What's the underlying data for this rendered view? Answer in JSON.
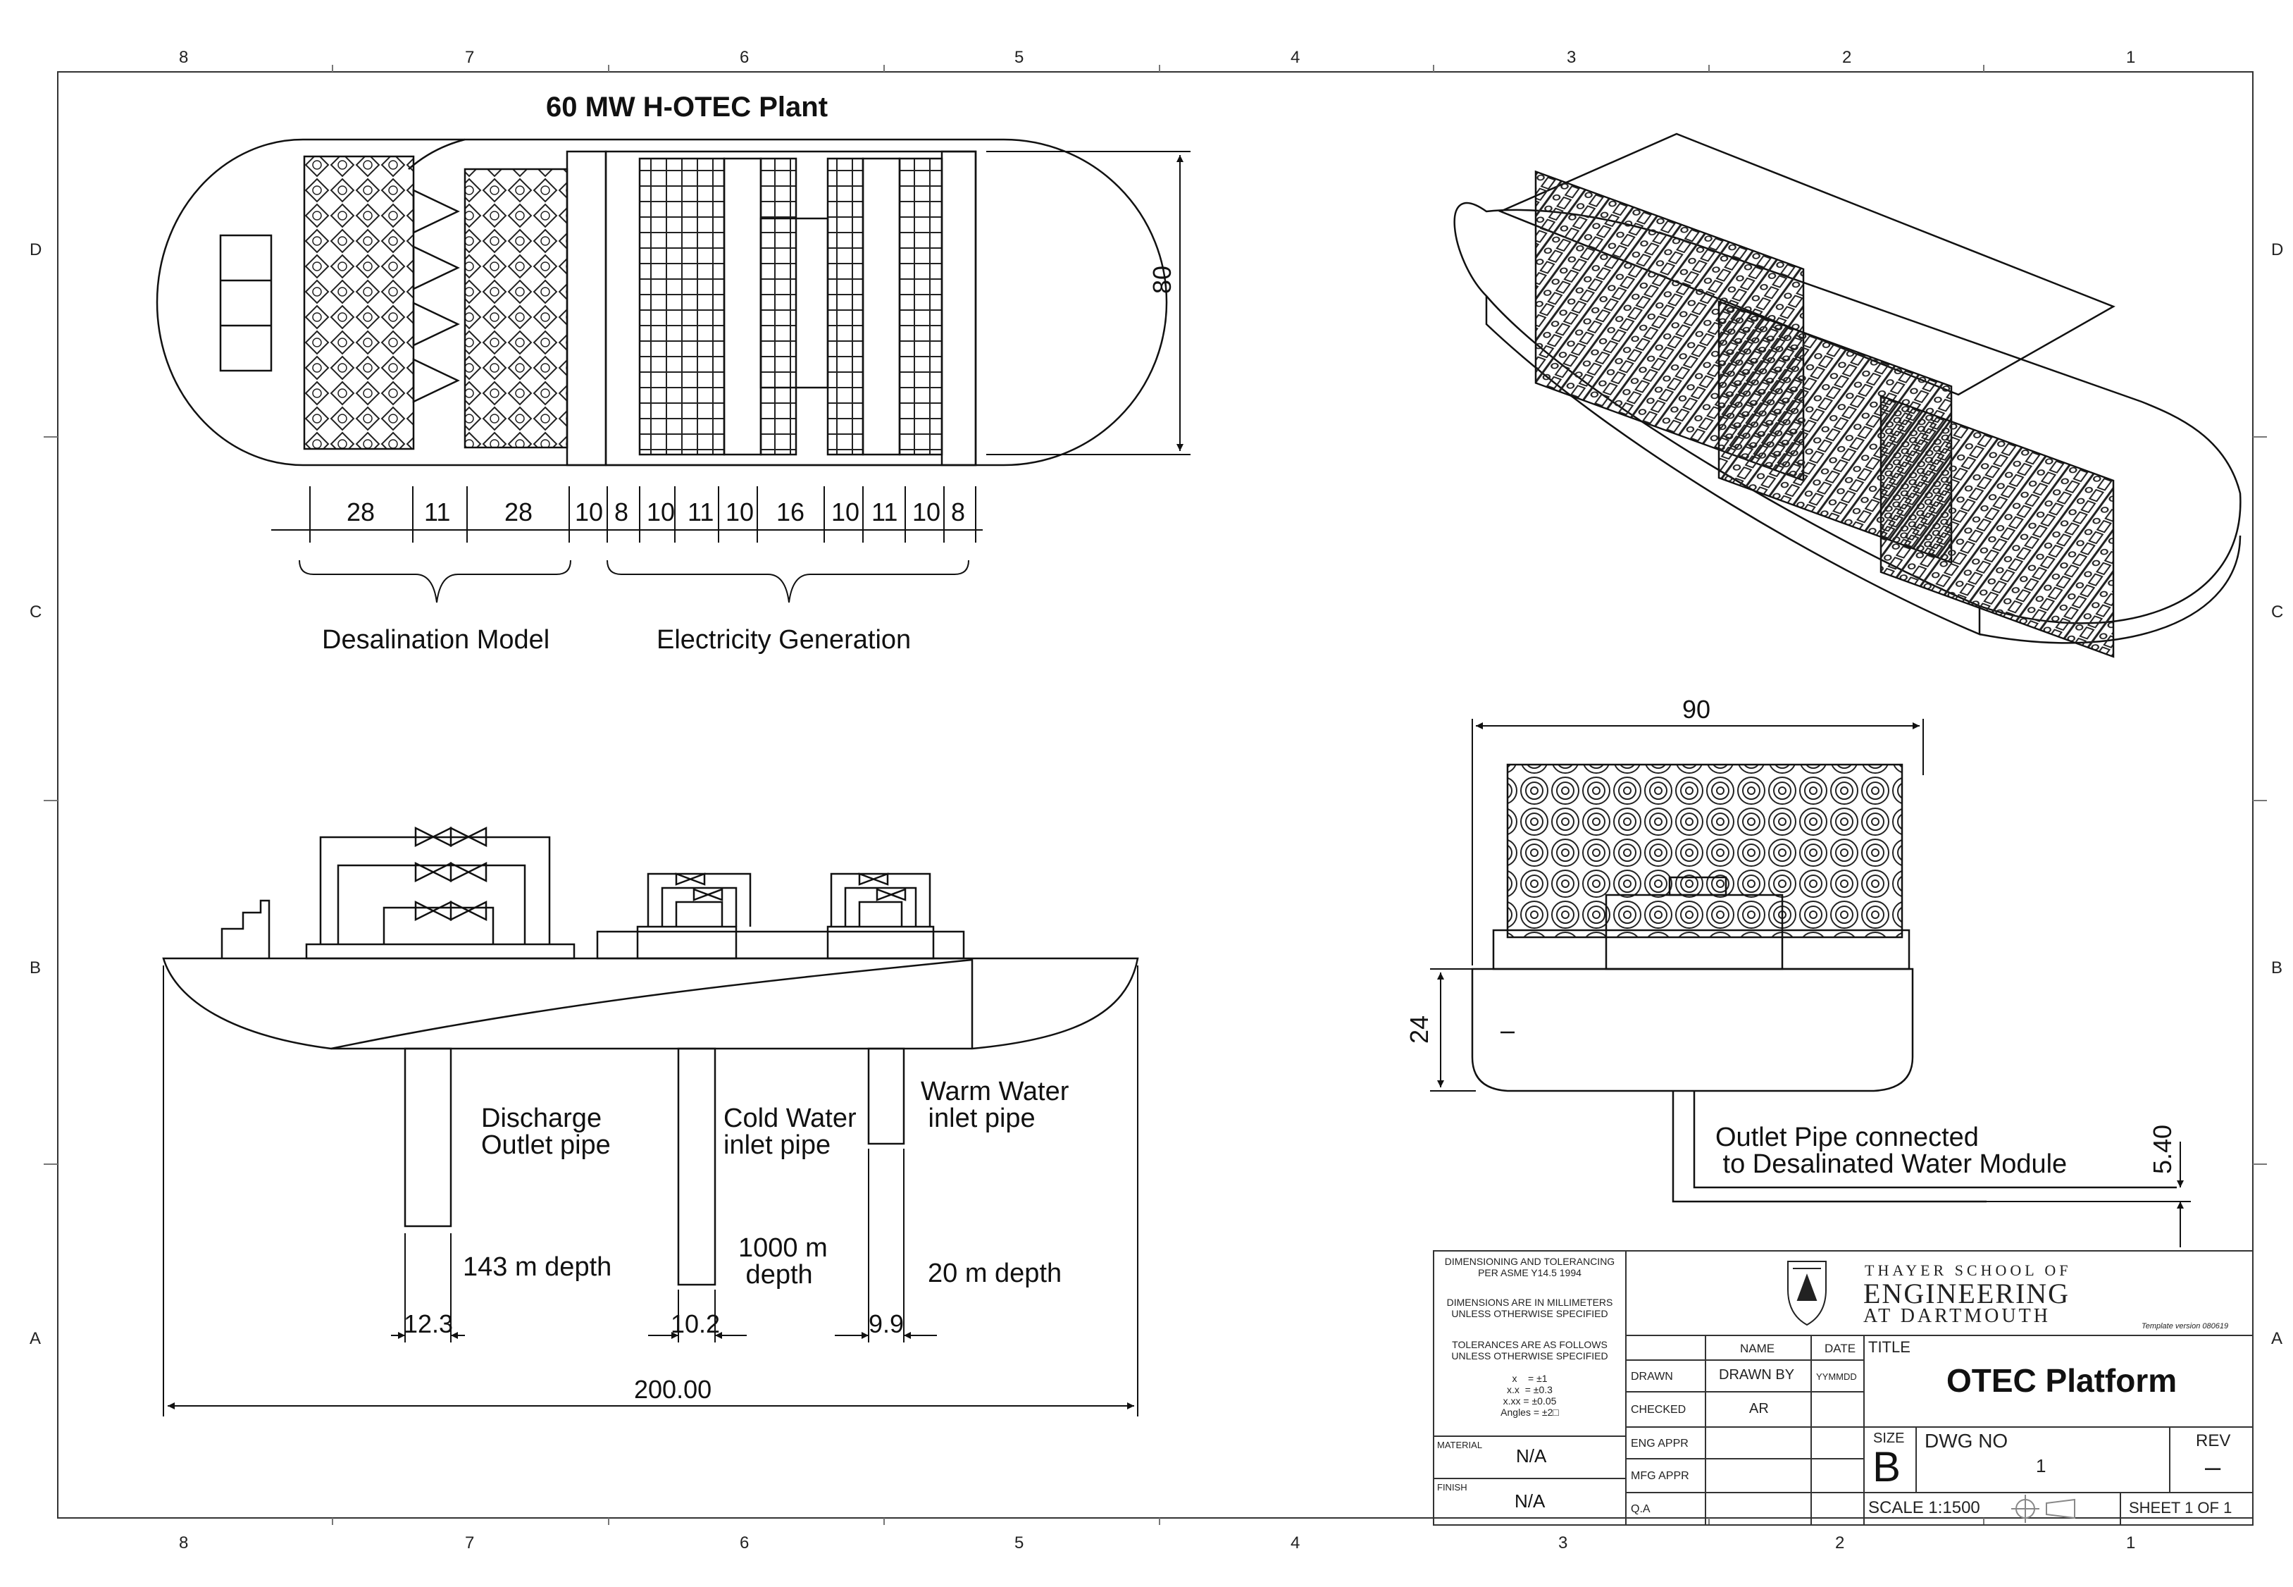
{
  "drawing": {
    "title": "60 MW H-OTEC Plant",
    "zones": {
      "columns": [
        "8",
        "7",
        "6",
        "5",
        "4",
        "3",
        "2",
        "1"
      ],
      "rows": [
        "D",
        "C",
        "B",
        "A"
      ]
    },
    "top_view": {
      "width_dim": "80",
      "segment_dims": [
        "28",
        "11",
        "28",
        "10",
        "8",
        "10",
        "11",
        "10",
        "16",
        "10",
        "11",
        "10",
        "8"
      ],
      "group_labels": [
        "Desalination Model",
        "Electricity Generation"
      ]
    },
    "side_view": {
      "labels": {
        "discharge": "Discharge\nOutlet pipe",
        "cold": "Cold Water\ninlet pipe",
        "warm": "Warm Water\n inlet pipe"
      },
      "depths": {
        "discharge": "143 m  depth",
        "cold": "1000 m\n depth",
        "warm": "20 m depth"
      },
      "diameters": [
        "12.3",
        "10.2",
        "9.9"
      ],
      "length_dim": "200.00"
    },
    "front_view": {
      "width_dim": "90",
      "height_dim": "24",
      "outlet_dim": "5.40",
      "outlet_label": "Outlet Pipe connected\n to Desalinated Water Module"
    }
  },
  "title_block": {
    "dimensioning": "DIMENSIONING AND TOLERANCING\nPER ASME Y14.5 1994",
    "units": "DIMENSIONS ARE IN MILLIMETERS\nUNLESS OTHERWISE SPECIFIED",
    "tolerances_header": "TOLERANCES ARE AS FOLLOWS\nUNLESS OTHERWISE SPECIFIED",
    "tolerances": "x    = ±1\nx.x  = ±0.3\nx.xx = ±0.05\nAngles = ±2□",
    "material_label": "MATERIAL",
    "material": "N/A",
    "finish_label": "FINISH",
    "finish": "N/A",
    "logo_line1": "THAYER SCHOOL OF",
    "logo_line2": "ENGINEERING",
    "logo_line3": "AT DARTMOUTH",
    "template_version": "Template version 080619",
    "col_name": "NAME",
    "col_date": "DATE",
    "title_label": "TITLE",
    "rows": [
      "DRAWN",
      "CHECKED",
      "ENG APPR",
      "MFG APPR",
      "Q.A"
    ],
    "drawn_by": "DRAWN BY",
    "drawn_date": "YYMMDD",
    "checked_by": "AR",
    "title": "OTEC Platform",
    "size_label": "SIZE",
    "size": "B",
    "dwg_no_label": "DWG  NO",
    "dwg_no": "1",
    "rev_label": "REV",
    "rev": "–",
    "scale": "SCALE  1:1500",
    "sheet": "SHEET 1 OF 1"
  }
}
